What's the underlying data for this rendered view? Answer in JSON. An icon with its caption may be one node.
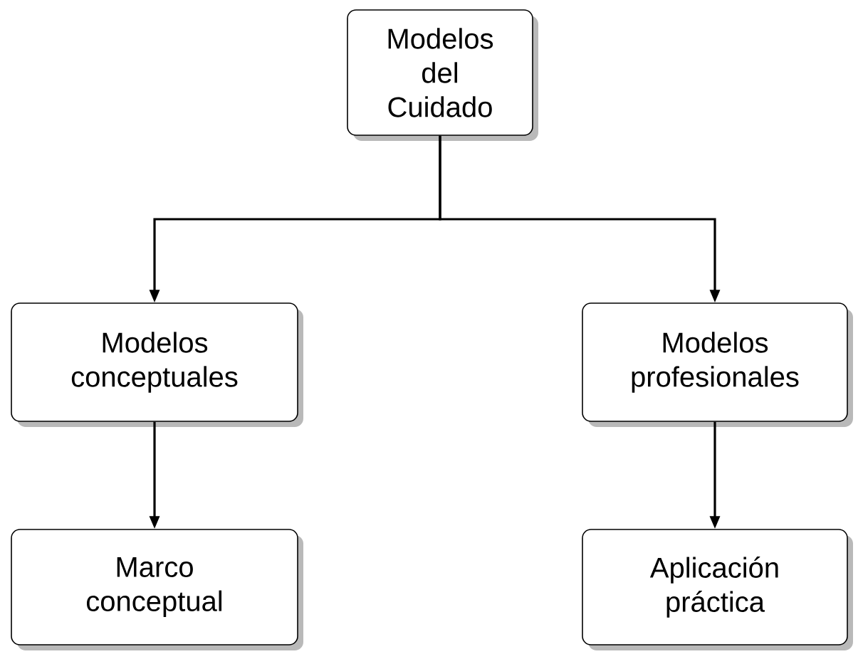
{
  "diagram": {
    "nodes": [
      {
        "text": [
          "Modelos del Cuidado"
        ]
      },
      {
        "text": [
          "Modelos conceptuales"
        ]
      },
      {
        "text": [
          "Modelos profesionales"
        ]
      },
      {
        "text": [
          "Marco conceptual"
        ]
      },
      {
        "text": [
          "Aplicación práctica"
        ]
      }
    ],
    "edges": [
      {
        "from": 0,
        "to": 1,
        "arrow": "to"
      },
      {
        "from": 0,
        "to": 2,
        "arrow": "to"
      },
      {
        "from": 1,
        "to": 3,
        "arrow": "to"
      },
      {
        "from": 2,
        "to": 4,
        "arrow": "to"
      }
    ]
  }
}
